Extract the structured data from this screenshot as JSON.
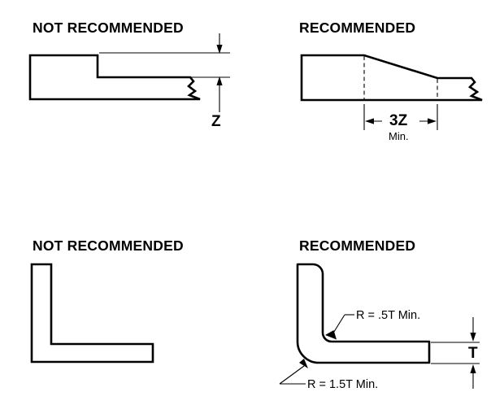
{
  "figure": {
    "title_not_recommended": "NOT RECOMMENDED",
    "title_recommended": "RECOMMENDED",
    "line_color": "#000000",
    "background_color": "#ffffff"
  },
  "panels": {
    "top_left": {
      "heading": "NOT RECOMMENDED",
      "dimension_label": "Z",
      "shape": "abrupt-step-section",
      "break_symbol": "zigzag-break"
    },
    "top_right": {
      "heading": "RECOMMENDED",
      "dimension_label": "3Z",
      "dimension_note": "Min.",
      "shape": "tapered-step-section",
      "break_symbol": "zigzag-break"
    },
    "bottom_left": {
      "heading": "NOT RECOMMENDED",
      "shape": "sharp-corner-angle"
    },
    "bottom_right": {
      "heading": "RECOMMENDED",
      "inner_radius_note": "R = .5T Min.",
      "outer_radius_note": "R = 1.5T Min.",
      "thickness_label": "T",
      "shape": "radiused-corner-angle"
    }
  }
}
